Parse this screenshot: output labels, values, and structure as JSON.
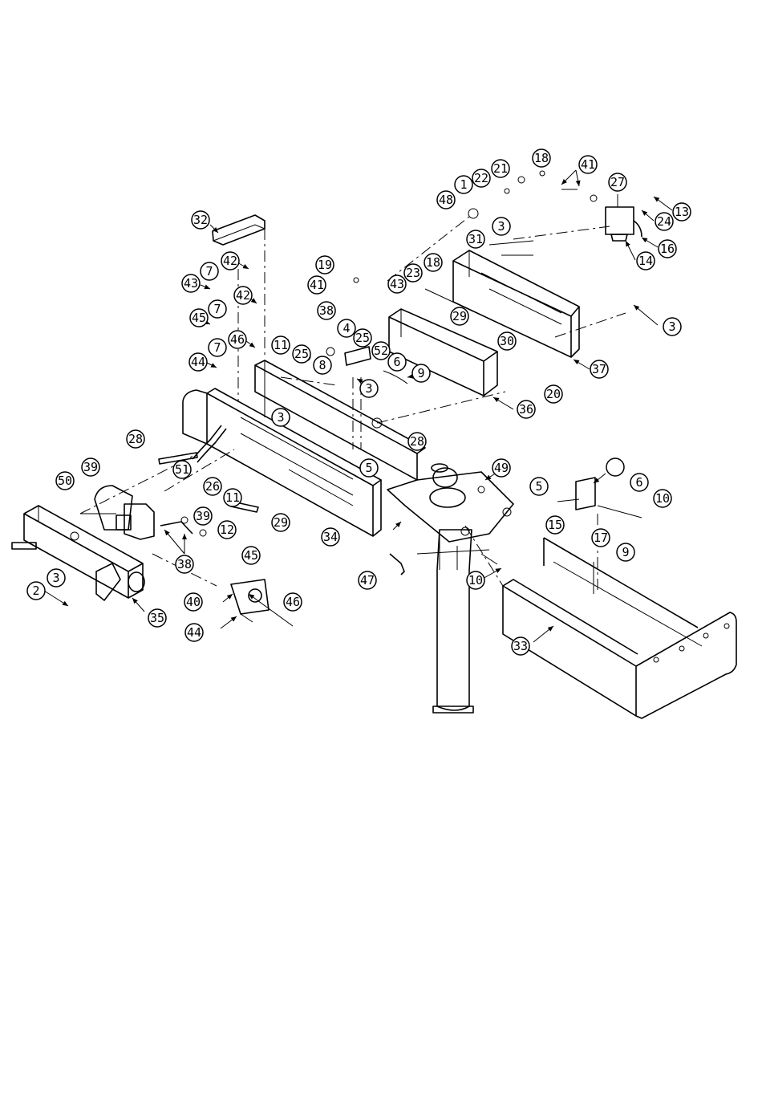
{
  "part_callouts": [
    "1",
    "2",
    "3",
    "3",
    "3",
    "3",
    "3",
    "4",
    "5",
    "5",
    "6",
    "6",
    "7",
    "7",
    "7",
    "8",
    "9",
    "9",
    "10",
    "10",
    "11",
    "11",
    "12",
    "13",
    "14",
    "15",
    "16",
    "17",
    "18",
    "18",
    "19",
    "20",
    "21",
    "22",
    "23",
    "24",
    "25",
    "25",
    "26",
    "27",
    "28",
    "28",
    "29",
    "29",
    "30",
    "31",
    "32",
    "33",
    "34",
    "35",
    "36",
    "37",
    "38",
    "38",
    "39",
    "39",
    "40",
    "41",
    "41",
    "42",
    "42",
    "43",
    "43",
    "44",
    "44",
    "45",
    "45",
    "46",
    "46",
    "47",
    "48",
    "49",
    "50",
    "51",
    "52"
  ],
  "colors": {
    "line": "#000000",
    "background": "#ffffff"
  }
}
